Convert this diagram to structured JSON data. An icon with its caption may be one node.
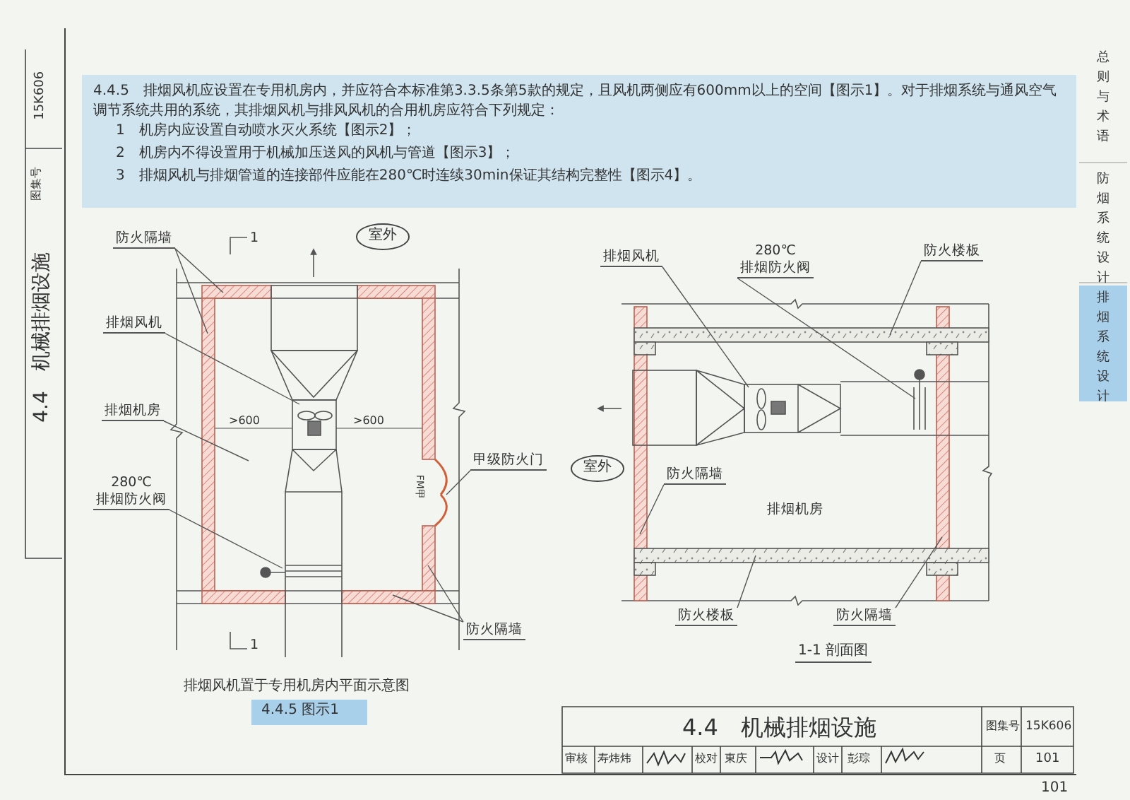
{
  "diagram": {
    "nodes": [
      {
        "text": [
          "防火隔墙"
        ]
      },
      {
        "text": [
          "排烟风机"
        ]
      },
      {
        "text": [
          "排烟机房"
        ]
      },
      {
        "text": [
          "280℃",
          "排烟防火阀"
        ]
      },
      {
        "text": [
          "甲级防火门"
        ]
      },
      {
        "text": [
          "防火隔墙"
        ]
      },
      {
        "text": [
          "室外"
        ]
      },
      {
        "text": [
          "排烟风机"
        ]
      },
      {
        "text": [
          "280℃",
          "排烟防火阀"
        ]
      },
      {
        "text": [
          "防火楼板"
        ]
      },
      {
        "text": [
          "室外"
        ]
      },
      {
        "text": [
          "防火隔墙"
        ]
      },
      {
        "text": [
          "排烟机房"
        ]
      },
      {
        "text": [
          "防火楼板"
        ]
      },
      {
        "text": [
          "防火隔墙"
        ]
      }
    ],
    "edges": [
      {
        "from": 0,
        "to": null,
        "arrow": "none"
      },
      {
        "from": 0,
        "to": null,
        "arrow": "none"
      },
      {
        "from": 1,
        "to": null,
        "arrow": "none"
      },
      {
        "from": 2,
        "to": null,
        "arrow": "none"
      },
      {
        "from": 3,
        "to": null,
        "arrow": "none"
      },
      {
        "from": 4,
        "to": null,
        "arrow": "none"
      },
      {
        "from": 5,
        "to": null,
        "arrow": "none"
      },
      {
        "from": 5,
        "to": null,
        "arrow": "none"
      },
      {
        "from": 7,
        "to": null,
        "arrow": "none"
      },
      {
        "from": 8,
        "to": null,
        "arrow": "none"
      },
      {
        "from": 9,
        "to": null,
        "arrow": "none"
      },
      {
        "from": 11,
        "to": null,
        "arrow": "none"
      },
      {
        "from": 13,
        "to": null,
        "arrow": "none"
      },
      {
        "from": 14,
        "to": null,
        "arrow": "none"
      }
    ],
    "labels": [
      "4.4.5　排烟风机应设置在专用机房内，并应符合本标准第3.3.5条第5款的规定，且风机两侧应有600mm以上的空间【图示1】。对于排烟系统与通风空气调节系统共用的系统，其排烟风机与排风风机的合用机房应符合下列规定：",
      "1　机房内应设置自动喷水灭火系统【图示2】；",
      "2　机房内不得设置用于机械加压送风的风机与管道【图示3】；",
      "3　排烟风机与排烟管道的连接部件应能在280℃时连续30min保证其结构完整性【图示4】。",
      "1",
      ">600",
      ">600",
      "FM甲",
      "1",
      "排烟风机置于专用机房内平面示意图",
      "4.4.5 图示1",
      "1-1 剖面图",
      "4.4　机械排烟设施",
      "图集号",
      "15K606",
      "审核",
      "寿炜炜",
      "校对",
      "東庆",
      "设计",
      "彭琮",
      "页",
      "101",
      "101",
      "总则与术语",
      "防烟系统设计",
      "排烟系统设计",
      "4.4　机械排烟设施",
      "图集号",
      "15K606"
    ]
  }
}
